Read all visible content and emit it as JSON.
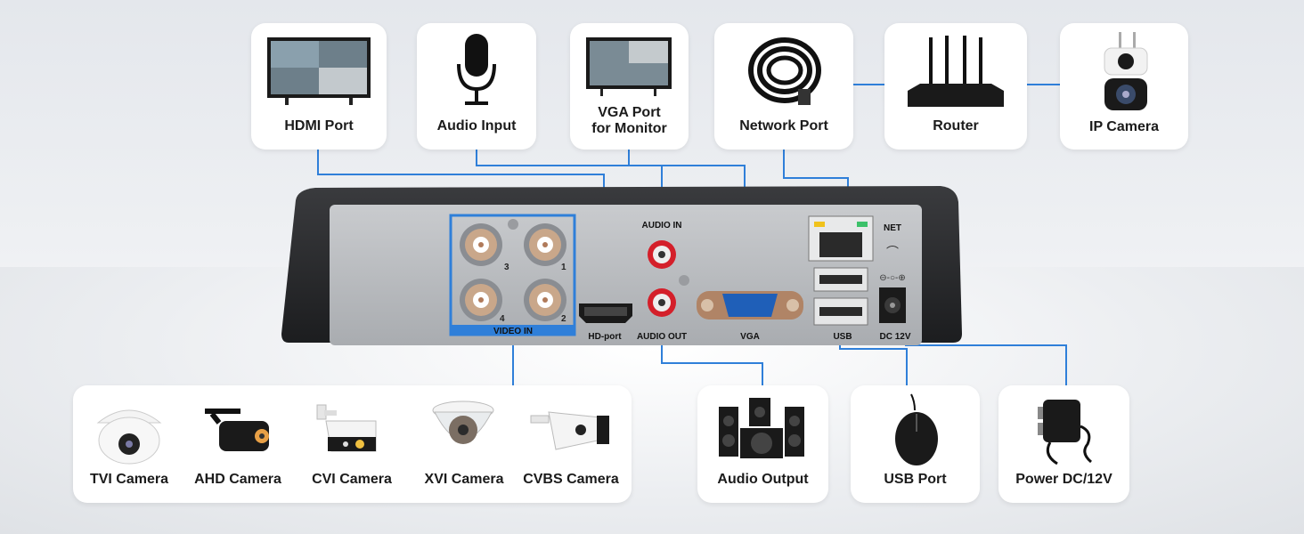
{
  "top_devices": [
    {
      "id": "hdmi",
      "label": "HDMI Port",
      "icon": "tv-icon"
    },
    {
      "id": "audio_in",
      "label": "Audio Input",
      "icon": "microphone-icon"
    },
    {
      "id": "vga",
      "label": "VGA Port\nfor Monitor",
      "icon": "monitor-icon"
    },
    {
      "id": "network",
      "label": "Network Port",
      "icon": "ethernet-cable-icon"
    },
    {
      "id": "router",
      "label": "Router",
      "icon": "router-icon"
    },
    {
      "id": "ipcam",
      "label": "IP Camera",
      "icon": "ip-camera-icon"
    }
  ],
  "cameras": [
    {
      "label": "TVI Camera",
      "icon": "dome-camera-icon"
    },
    {
      "label": "AHD Camera",
      "icon": "bullet-camera-icon"
    },
    {
      "label": "CVI Camera",
      "icon": "bullet-camera-icon"
    },
    {
      "label": "XVI Camera",
      "icon": "dome-camera-icon"
    },
    {
      "label": "CVBS Camera",
      "icon": "bullet-camera-icon"
    }
  ],
  "bottom_devices": [
    {
      "id": "audio_out",
      "label": "Audio Output",
      "icon": "speakers-icon"
    },
    {
      "id": "usb",
      "label": "USB Port",
      "icon": "mouse-icon"
    },
    {
      "id": "power",
      "label": "Power DC/12V",
      "icon": "power-adapter-icon"
    }
  ],
  "panel_labels": {
    "video_in": "VIDEO IN",
    "bnc_nums": [
      "3",
      "1",
      "4",
      "2"
    ],
    "audio_in": "AUDIO IN",
    "hd_port": "HD-port",
    "audio_out": "AUDIO OUT",
    "vga": "VGA",
    "net": "NET",
    "usb": "USB",
    "dc": "DC 12V"
  },
  "colors": {
    "connector_line": "#2f7fd9",
    "video_box": "#2f7fd9"
  }
}
